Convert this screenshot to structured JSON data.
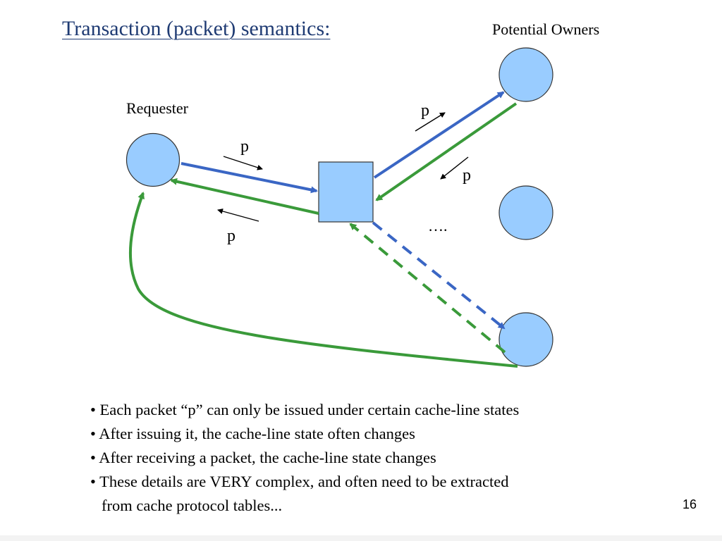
{
  "slide": {
    "title": "Transaction (packet) semantics:",
    "page_number": "16"
  },
  "diagram": {
    "requester_label": "Requester",
    "owners_label": "Potential Owners",
    "packet_label": "p",
    "ellipsis": "….",
    "colors": {
      "node_fill": "#99ccff",
      "node_stroke": "#333333",
      "request_arrow": "#3a66c4",
      "response_arrow": "#3a9a3a",
      "label_arrow": "#000000"
    }
  },
  "bullets": {
    "items": [
      {
        "lines": [
          "• Each packet “p” can only be issued under certain cache-line states"
        ]
      },
      {
        "lines": [
          "• After issuing it, the cache-line state often changes"
        ]
      },
      {
        "lines": [
          "• After receiving a packet, the cache-line state changes"
        ]
      },
      {
        "lines": [
          "• These details are VERY complex, and often need to be extracted",
          "from cache protocol tables..."
        ]
      }
    ]
  }
}
